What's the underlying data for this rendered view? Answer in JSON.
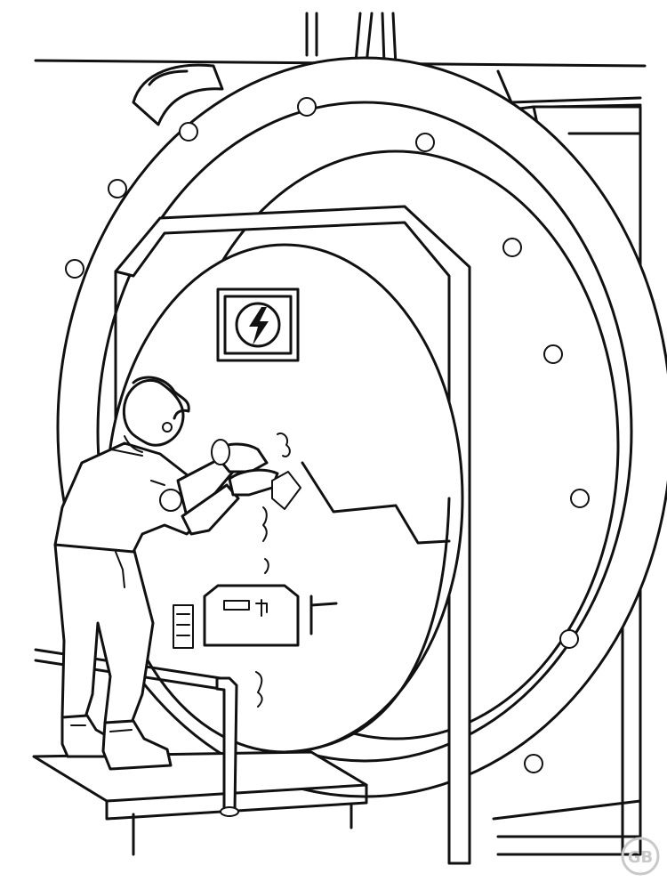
{
  "scene": {
    "subject": "coloring-page-vault-door",
    "colors": {
      "line": "#111111",
      "paper": "#ffffff",
      "watermark": "#c9c9c9"
    },
    "icons": [
      "lightning-bolt-icon",
      "watermark-logo"
    ]
  },
  "watermark": {
    "text": "GB"
  }
}
